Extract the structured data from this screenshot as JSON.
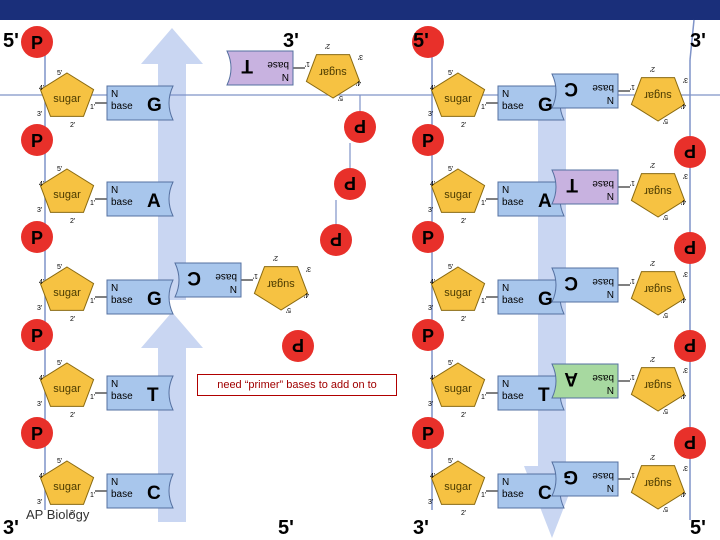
{
  "strand_labels": [
    "5'",
    "3'",
    "5'",
    "3'",
    "3'",
    "5'",
    "3'",
    "5'"
  ],
  "phosphate_label": "P",
  "sugar_label": "sugar",
  "nbase_line1": "N",
  "nbase_line2": "base",
  "carbon_labels": [
    "5'",
    "4'",
    "1'",
    "3'",
    "2'"
  ],
  "left_template_bases": [
    "G",
    "A",
    "G",
    "T",
    "C"
  ],
  "left_new_bases": [
    "T",
    "C"
  ],
  "right_template_bases": [
    "G",
    "A",
    "G",
    "T",
    "C"
  ],
  "right_new_bases": [
    "C",
    "T",
    "C",
    "A",
    "G"
  ],
  "primer_note": "need “primer” bases to add on to",
  "footer": "AP Biology",
  "colors": {
    "topbar": "#1a2f7a",
    "phosphate": "#e8302a",
    "sugar": "#f6c242",
    "base_blue": "#a8c6ec",
    "base_green": "#a7d9a0",
    "base_purple": "#c8b2e0",
    "arrow": "#c9d6f2",
    "backbone": "#7f93c8"
  }
}
